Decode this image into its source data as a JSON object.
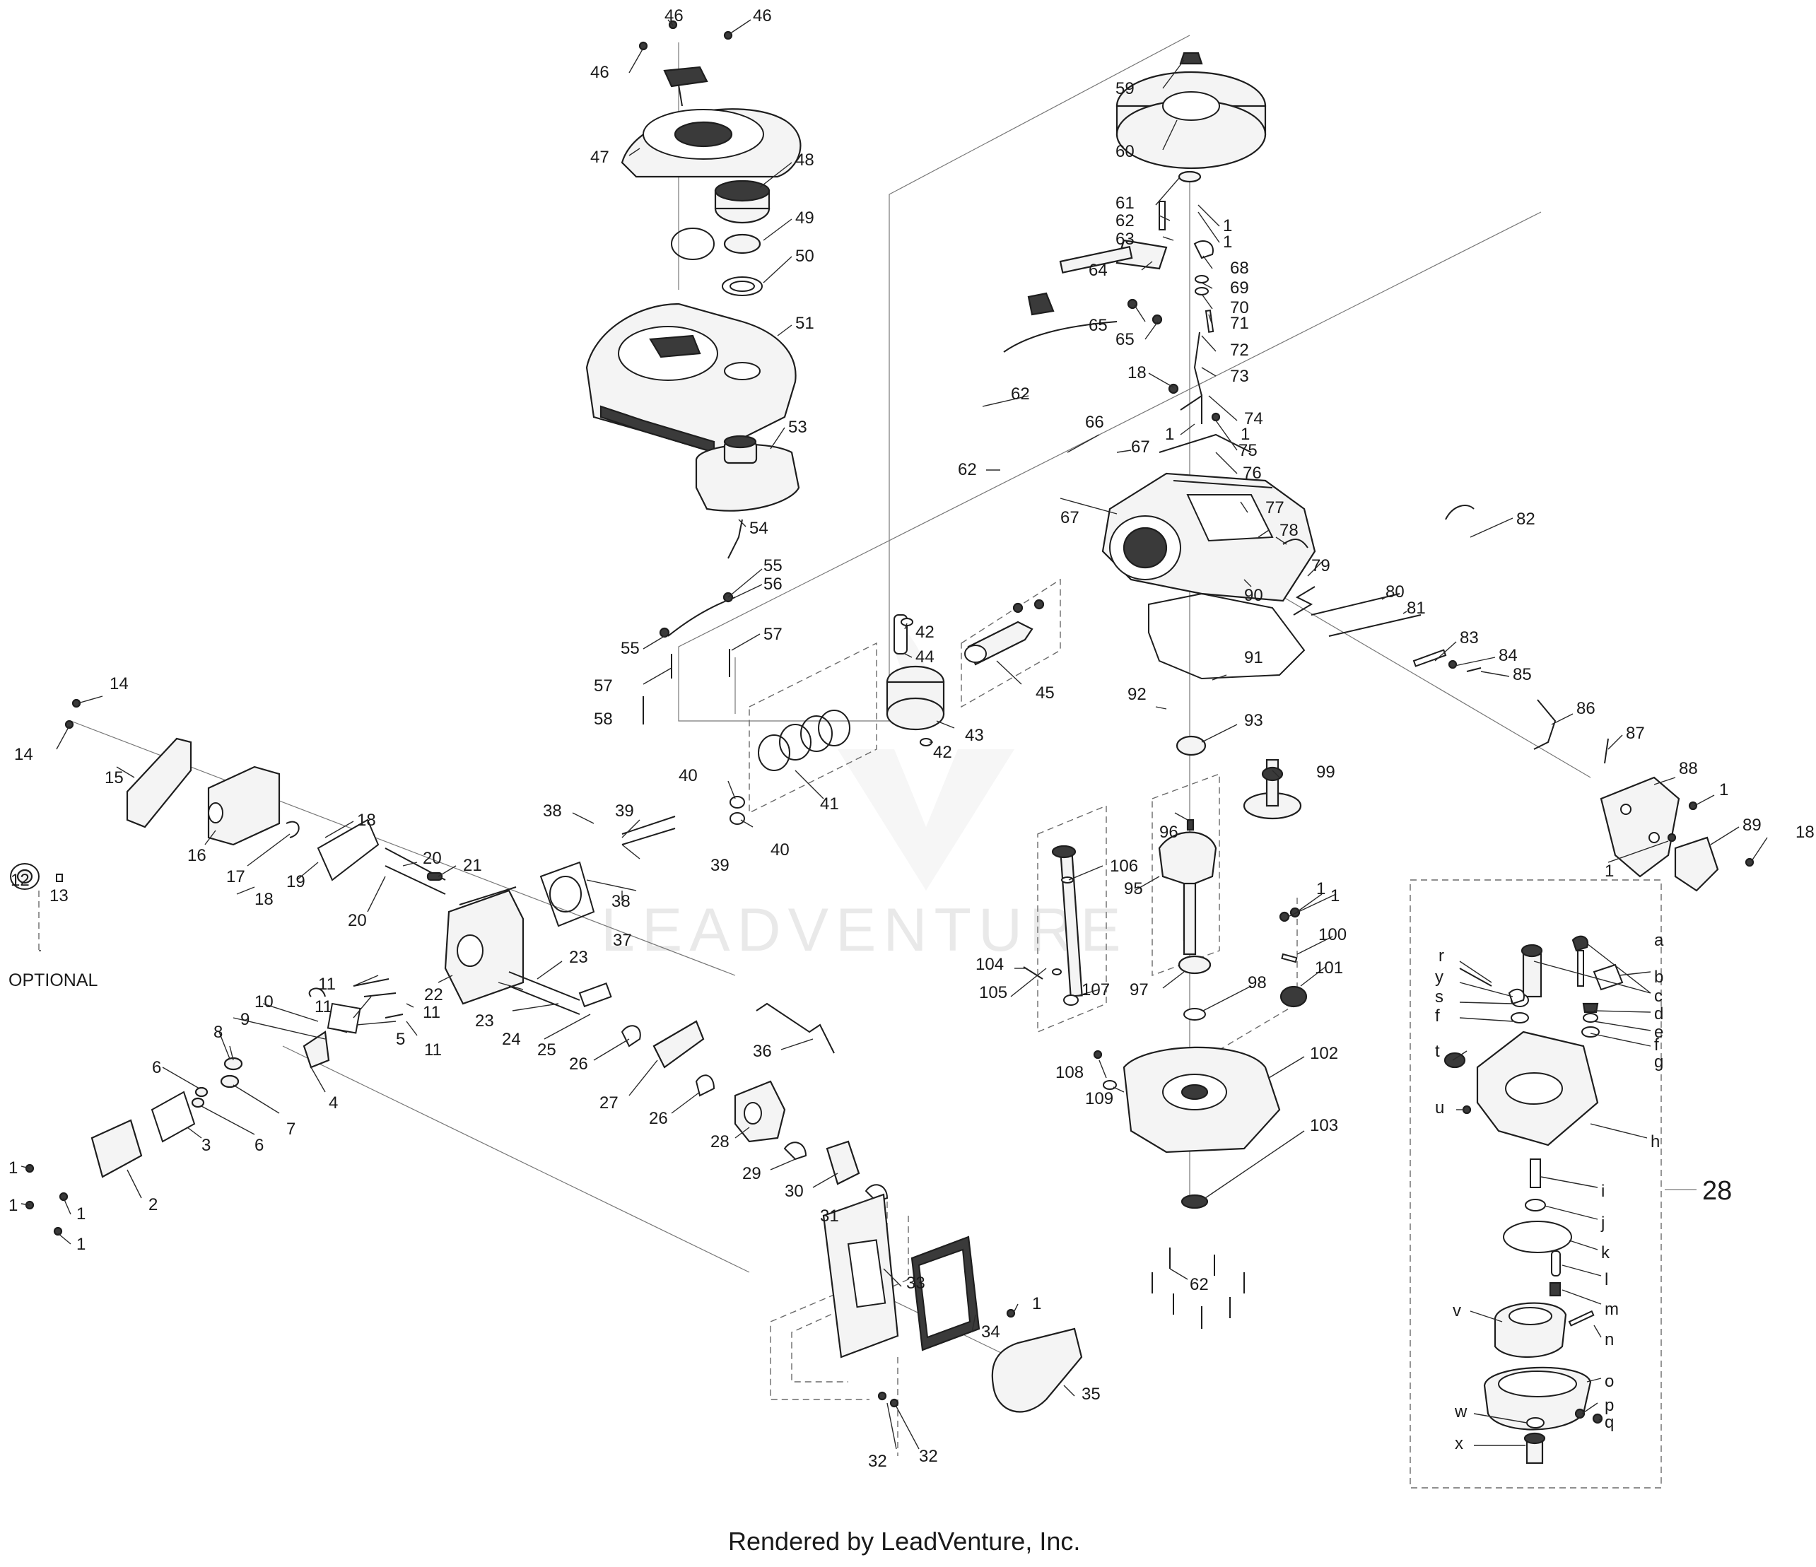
{
  "footer": "Rendered by LeadVenture, Inc.",
  "watermark": "LEADVENTURE",
  "optional_label": "OPTIONAL",
  "carb_assembly_label": "28",
  "callouts": [
    {
      "id": "c46a",
      "text": "46"
    },
    {
      "id": "c46b",
      "text": "46"
    },
    {
      "id": "c46c",
      "text": "46"
    },
    {
      "id": "c47",
      "text": "47"
    },
    {
      "id": "c48",
      "text": "48"
    },
    {
      "id": "c49",
      "text": "49"
    },
    {
      "id": "c50",
      "text": "50"
    },
    {
      "id": "c51",
      "text": "51"
    },
    {
      "id": "c53",
      "text": "53"
    },
    {
      "id": "c54",
      "text": "54"
    },
    {
      "id": "c55a",
      "text": "55"
    },
    {
      "id": "c56",
      "text": "56"
    },
    {
      "id": "c55b",
      "text": "55"
    },
    {
      "id": "c57a",
      "text": "57"
    },
    {
      "id": "c57b",
      "text": "57"
    },
    {
      "id": "c58",
      "text": "58"
    },
    {
      "id": "c59",
      "text": "59"
    },
    {
      "id": "c60",
      "text": "60"
    },
    {
      "id": "c61",
      "text": "61"
    },
    {
      "id": "c62a",
      "text": "62"
    },
    {
      "id": "c63",
      "text": "63"
    },
    {
      "id": "c64",
      "text": "64"
    },
    {
      "id": "c65a",
      "text": "65"
    },
    {
      "id": "c65b",
      "text": "65"
    },
    {
      "id": "c1a",
      "text": "1"
    },
    {
      "id": "c1b",
      "text": "1"
    },
    {
      "id": "c68",
      "text": "68"
    },
    {
      "id": "c69",
      "text": "69"
    },
    {
      "id": "c70",
      "text": "70"
    },
    {
      "id": "c71",
      "text": "71"
    },
    {
      "id": "c72",
      "text": "72"
    },
    {
      "id": "c73",
      "text": "73"
    },
    {
      "id": "c18a",
      "text": "18"
    },
    {
      "id": "c62b",
      "text": "62"
    },
    {
      "id": "c74",
      "text": "74"
    },
    {
      "id": "c1c",
      "text": "1"
    },
    {
      "id": "c1d",
      "text": "1"
    },
    {
      "id": "c75",
      "text": "75"
    },
    {
      "id": "c66",
      "text": "66"
    },
    {
      "id": "c67a",
      "text": "67"
    },
    {
      "id": "c76",
      "text": "76"
    },
    {
      "id": "c62c",
      "text": "62"
    },
    {
      "id": "c67b",
      "text": "67"
    },
    {
      "id": "c77",
      "text": "77"
    },
    {
      "id": "c78",
      "text": "78"
    },
    {
      "id": "c82",
      "text": "82"
    },
    {
      "id": "c79",
      "text": "79"
    },
    {
      "id": "c80",
      "text": "80"
    },
    {
      "id": "c81",
      "text": "81"
    },
    {
      "id": "c90",
      "text": "90"
    },
    {
      "id": "c83",
      "text": "83"
    },
    {
      "id": "c84",
      "text": "84"
    },
    {
      "id": "c85",
      "text": "85"
    },
    {
      "id": "c86",
      "text": "86"
    },
    {
      "id": "c87",
      "text": "87"
    },
    {
      "id": "c88",
      "text": "88"
    },
    {
      "id": "c1e",
      "text": "1"
    },
    {
      "id": "c89",
      "text": "89"
    },
    {
      "id": "c18b",
      "text": "18"
    },
    {
      "id": "c1f",
      "text": "1"
    },
    {
      "id": "c42a",
      "text": "42"
    },
    {
      "id": "c44",
      "text": "44"
    },
    {
      "id": "c45",
      "text": "45"
    },
    {
      "id": "c43",
      "text": "43"
    },
    {
      "id": "c42b",
      "text": "42"
    },
    {
      "id": "c41",
      "text": "41"
    },
    {
      "id": "c40a",
      "text": "40"
    },
    {
      "id": "c40b",
      "text": "40"
    },
    {
      "id": "c91",
      "text": "91"
    },
    {
      "id": "c92",
      "text": "92"
    },
    {
      "id": "c93",
      "text": "93"
    },
    {
      "id": "c99",
      "text": "99"
    },
    {
      "id": "c96",
      "text": "96"
    },
    {
      "id": "c95",
      "text": "95"
    },
    {
      "id": "c106",
      "text": "106"
    },
    {
      "id": "c104",
      "text": "104"
    },
    {
      "id": "c105",
      "text": "105"
    },
    {
      "id": "c107",
      "text": "107"
    },
    {
      "id": "c1g",
      "text": "1"
    },
    {
      "id": "c1h",
      "text": "1"
    },
    {
      "id": "c100",
      "text": "100"
    },
    {
      "id": "c101",
      "text": "101"
    },
    {
      "id": "c97",
      "text": "97"
    },
    {
      "id": "c98",
      "text": "98"
    },
    {
      "id": "c102",
      "text": "102"
    },
    {
      "id": "c108",
      "text": "108"
    },
    {
      "id": "c109",
      "text": "109"
    },
    {
      "id": "c103",
      "text": "103"
    },
    {
      "id": "c62d",
      "text": "62"
    },
    {
      "id": "c14a",
      "text": "14"
    },
    {
      "id": "c14b",
      "text": "14"
    },
    {
      "id": "c15",
      "text": "15"
    },
    {
      "id": "c16",
      "text": "16"
    },
    {
      "id": "c17",
      "text": "17"
    },
    {
      "id": "c18c",
      "text": "18"
    },
    {
      "id": "c18d",
      "text": "18"
    },
    {
      "id": "c19",
      "text": "19"
    },
    {
      "id": "c20a",
      "text": "20"
    },
    {
      "id": "c20b",
      "text": "20"
    },
    {
      "id": "c21",
      "text": "21"
    },
    {
      "id": "c12",
      "text": "12"
    },
    {
      "id": "c13",
      "text": "13"
    },
    {
      "id": "c38a",
      "text": "38"
    },
    {
      "id": "c39a",
      "text": "39"
    },
    {
      "id": "c39b",
      "text": "39"
    },
    {
      "id": "c38b",
      "text": "38"
    },
    {
      "id": "c37",
      "text": "37"
    },
    {
      "id": "c11a",
      "text": "11"
    },
    {
      "id": "c11b",
      "text": "11"
    },
    {
      "id": "c22",
      "text": "22"
    },
    {
      "id": "c11c",
      "text": "11"
    },
    {
      "id": "c11d",
      "text": "11"
    },
    {
      "id": "c23a",
      "text": "23"
    },
    {
      "id": "c23b",
      "text": "23"
    },
    {
      "id": "c24",
      "text": "24"
    },
    {
      "id": "c25",
      "text": "25"
    },
    {
      "id": "c10",
      "text": "10"
    },
    {
      "id": "c9",
      "text": "9"
    },
    {
      "id": "c8",
      "text": "8"
    },
    {
      "id": "c7a",
      "text": "7"
    },
    {
      "id": "c6a",
      "text": "6"
    },
    {
      "id": "c5",
      "text": "5"
    },
    {
      "id": "c4",
      "text": "4"
    },
    {
      "id": "c7b",
      "text": "7"
    },
    {
      "id": "c6b",
      "text": "6"
    },
    {
      "id": "c3",
      "text": "3"
    },
    {
      "id": "c2",
      "text": "2"
    },
    {
      "id": "c1i",
      "text": "1"
    },
    {
      "id": "c1j",
      "text": "1"
    },
    {
      "id": "c1k",
      "text": "1"
    },
    {
      "id": "c1l",
      "text": "1"
    },
    {
      "id": "c36",
      "text": "36"
    },
    {
      "id": "c26a",
      "text": "26"
    },
    {
      "id": "c27",
      "text": "27"
    },
    {
      "id": "c26b",
      "text": "26"
    },
    {
      "id": "c28",
      "text": "28"
    },
    {
      "id": "c29",
      "text": "29"
    },
    {
      "id": "c30",
      "text": "30"
    },
    {
      "id": "c31",
      "text": "31"
    },
    {
      "id": "c33",
      "text": "33"
    },
    {
      "id": "c1m",
      "text": "1"
    },
    {
      "id": "c34",
      "text": "34"
    },
    {
      "id": "c35",
      "text": "35"
    },
    {
      "id": "c32a",
      "text": "32"
    },
    {
      "id": "c32b",
      "text": "32"
    },
    {
      "id": "ca",
      "text": "a"
    },
    {
      "id": "cb",
      "text": "b"
    },
    {
      "id": "cc",
      "text": "c"
    },
    {
      "id": "cd",
      "text": "d"
    },
    {
      "id": "ce",
      "text": "e"
    },
    {
      "id": "cf1",
      "text": "f"
    },
    {
      "id": "cg",
      "text": "g"
    },
    {
      "id": "cr",
      "text": "r"
    },
    {
      "id": "cy",
      "text": "y"
    },
    {
      "id": "cs",
      "text": "s"
    },
    {
      "id": "cf2",
      "text": "f"
    },
    {
      "id": "ct",
      "text": "t"
    },
    {
      "id": "cu",
      "text": "u"
    },
    {
      "id": "ch",
      "text": "h"
    },
    {
      "id": "ci",
      "text": "i"
    },
    {
      "id": "cj",
      "text": "j"
    },
    {
      "id": "ck",
      "text": "k"
    },
    {
      "id": "cl",
      "text": "l"
    },
    {
      "id": "cm",
      "text": "m"
    },
    {
      "id": "cv",
      "text": "v"
    },
    {
      "id": "cn",
      "text": "n"
    },
    {
      "id": "co",
      "text": "o"
    },
    {
      "id": "cp",
      "text": "p"
    },
    {
      "id": "cq",
      "text": "q"
    },
    {
      "id": "cw",
      "text": "w"
    },
    {
      "id": "cx",
      "text": "x"
    }
  ]
}
